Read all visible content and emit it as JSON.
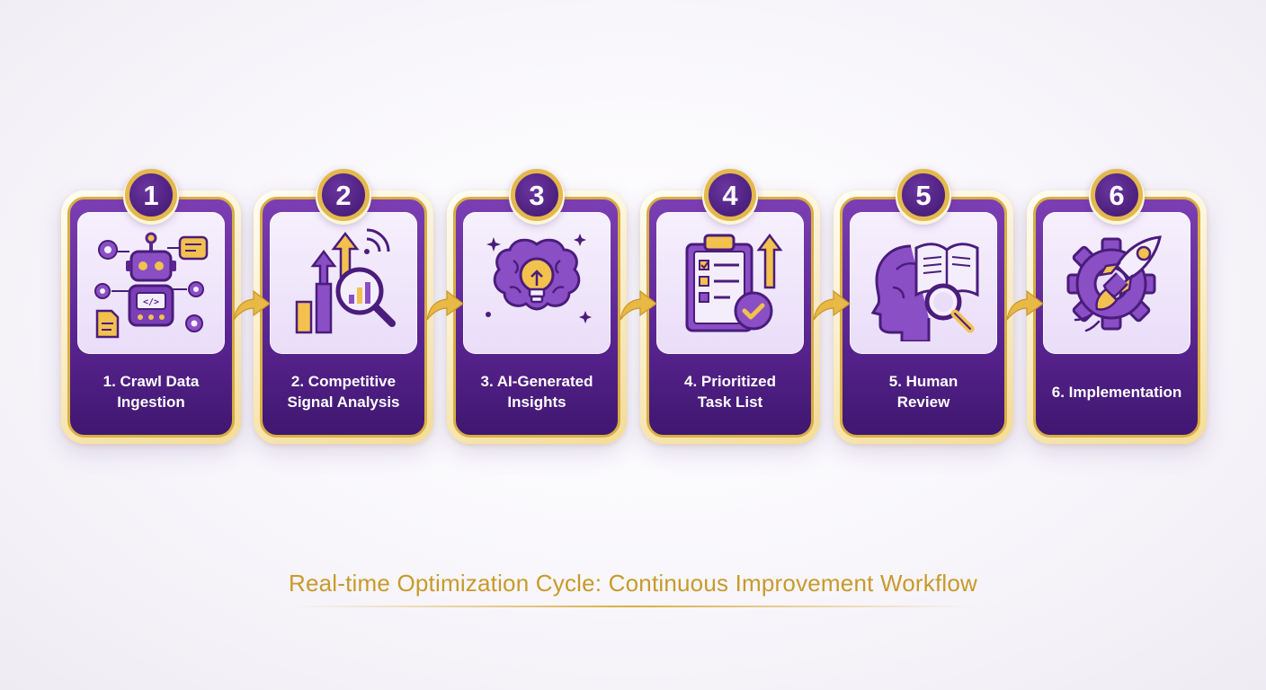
{
  "steps": [
    {
      "number": "1",
      "label": "1. Crawl Data\nIngestion",
      "icon": "robot-data-icon"
    },
    {
      "number": "2",
      "label": "2. Competitive\nSignal Analysis",
      "icon": "chart-magnifier-icon"
    },
    {
      "number": "3",
      "label": "3. AI-Generated\nInsights",
      "icon": "brain-lightbulb-icon"
    },
    {
      "number": "4",
      "label": "4. Prioritized\nTask List",
      "icon": "clipboard-checklist-icon"
    },
    {
      "number": "5",
      "label": "5. Human\nReview",
      "icon": "head-book-magnifier-icon"
    },
    {
      "number": "6",
      "label": "6. Implementation",
      "icon": "gear-rocket-icon"
    }
  ],
  "caption": "Real-time Optimization Cycle: Continuous Improvement Workflow",
  "colors": {
    "purple": "#5b2593",
    "gold": "#d9ae45",
    "tile": "#ece2f9",
    "caption": "#c89a2c"
  }
}
